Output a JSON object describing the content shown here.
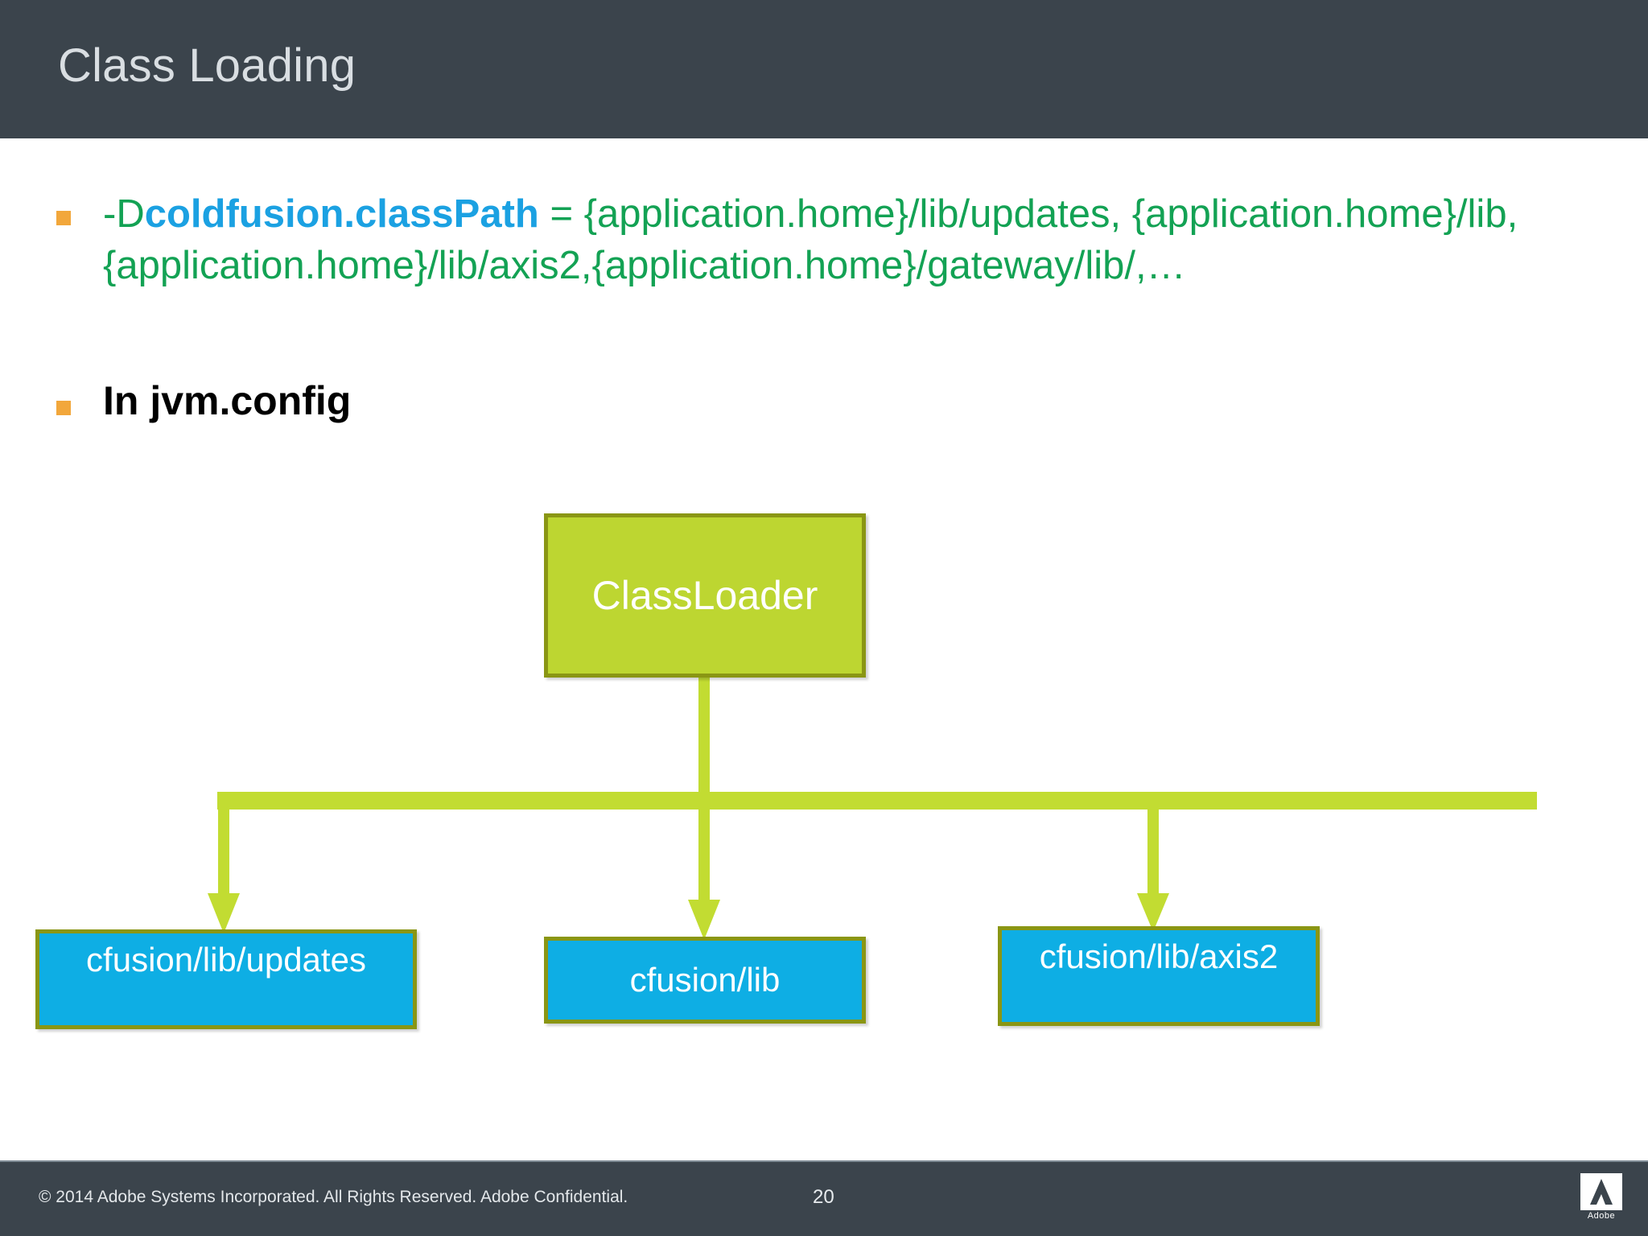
{
  "slide": {
    "title": "Class Loading",
    "header_bg": "#3b444c",
    "accent_green": "#13a254",
    "accent_blue": "#1ba1e2",
    "bullet_color": "#f2a73b"
  },
  "bullets": [
    {
      "marker": "square-bullet",
      "segments": [
        {
          "text": "-D",
          "style": "green"
        },
        {
          "text": "coldfusion.classPath",
          "style": "blue-bold"
        },
        {
          "text": " = {application.home}/lib/updates, {application.home}/lib,{application.home}/lib/axis2,{application.home}/gateway/lib/,…",
          "style": "green"
        }
      ],
      "plain": "-Dcoldfusion.classPath = {application.home}/lib/updates, {application.home}/lib,{application.home}/lib/axis2,{application.home}/gateway/lib/,…"
    },
    {
      "marker": "square-bullet",
      "plain": "In jvm.config",
      "style": "black-bold"
    }
  ],
  "diagram": {
    "type": "tree",
    "root": {
      "label": "ClassLoader",
      "fill": "#bdd631",
      "border": "#8a9614",
      "text_color": "#ffffff"
    },
    "children": [
      {
        "label": "cfusion/lib/updates",
        "fill": "#0eaee4",
        "border": "#8a9614",
        "text_color": "#ffffff"
      },
      {
        "label": "cfusion/lib",
        "fill": "#0eaee4",
        "border": "#8a9614",
        "text_color": "#ffffff"
      },
      {
        "label": "cfusion/lib/axis2",
        "fill": "#0eaee4",
        "border": "#8a9614",
        "text_color": "#ffffff"
      }
    ],
    "connector_color": "#c2dc32"
  },
  "footer": {
    "copyright": "© 2014 Adobe Systems Incorporated.  All Rights Reserved.  Adobe Confidential.",
    "page_number": "20",
    "logo_word": "Adobe"
  }
}
